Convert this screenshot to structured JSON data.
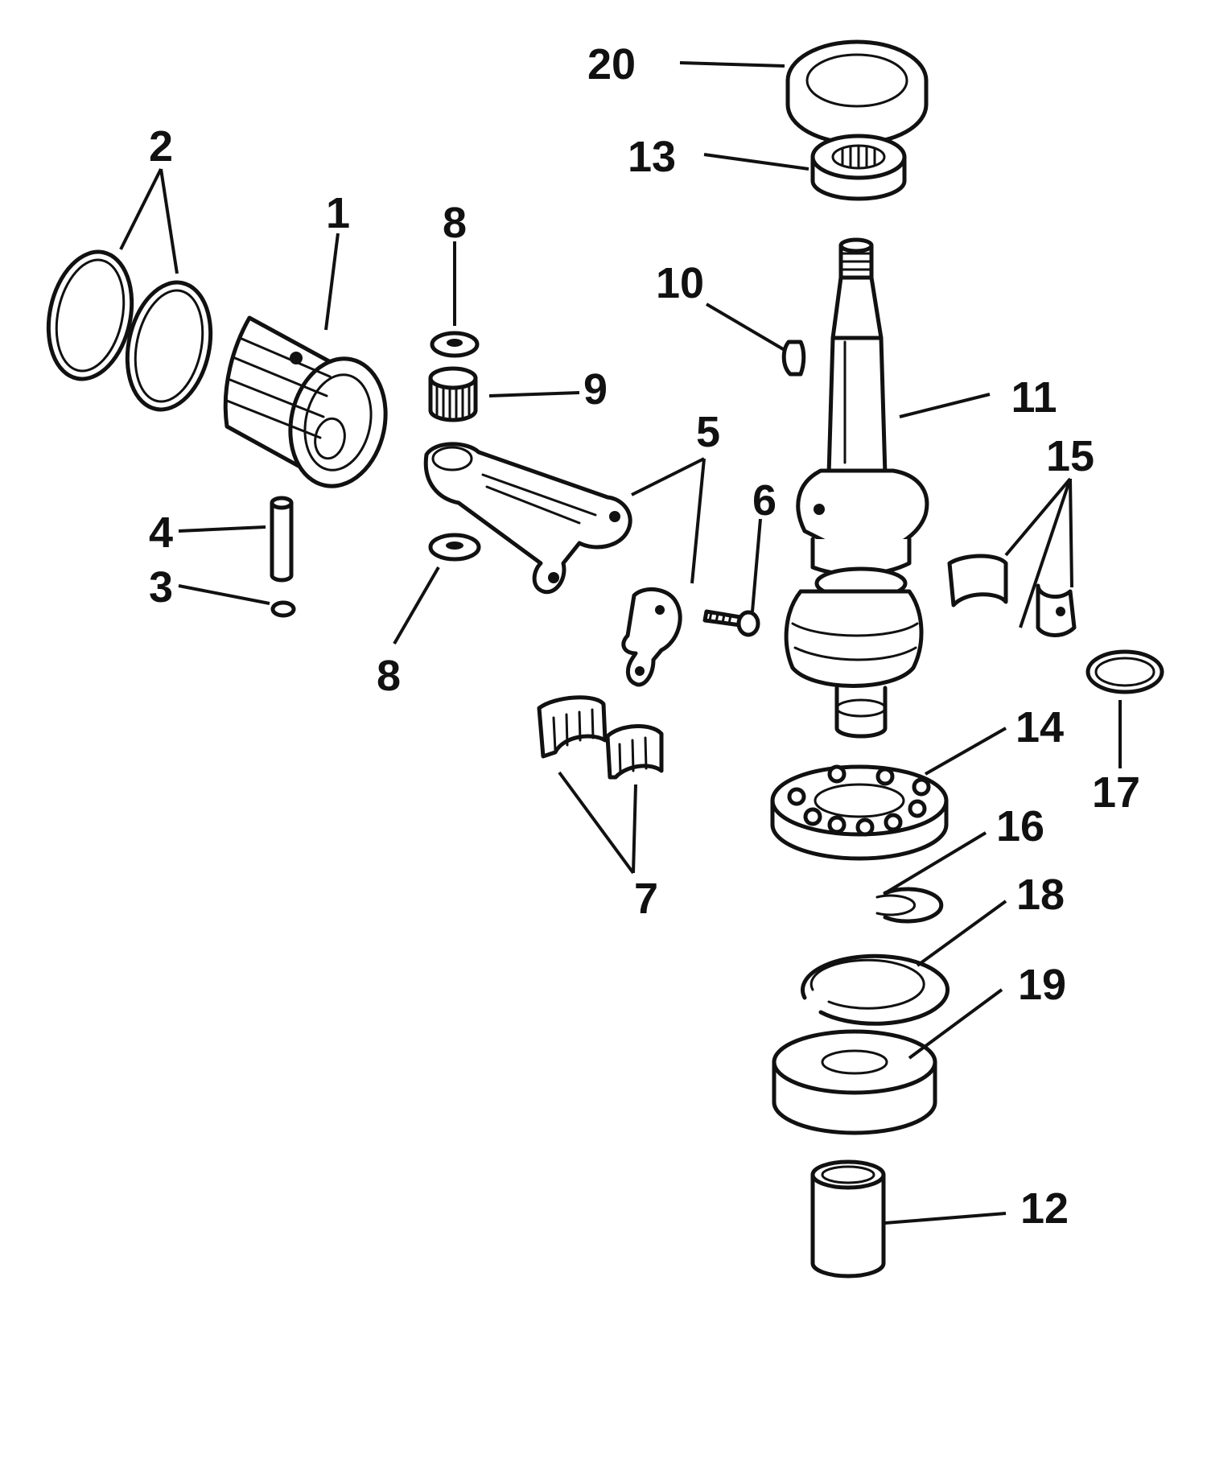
{
  "callouts": [
    {
      "id": "1",
      "text": "1"
    },
    {
      "id": "2",
      "text": "2"
    },
    {
      "id": "3",
      "text": "3"
    },
    {
      "id": "4",
      "text": "4"
    },
    {
      "id": "5",
      "text": "5"
    },
    {
      "id": "6",
      "text": "6"
    },
    {
      "id": "7",
      "text": "7"
    },
    {
      "id": "8a",
      "text": "8"
    },
    {
      "id": "8b",
      "text": "8"
    },
    {
      "id": "9",
      "text": "9"
    },
    {
      "id": "10",
      "text": "10"
    },
    {
      "id": "11",
      "text": "11"
    },
    {
      "id": "12",
      "text": "12"
    },
    {
      "id": "13",
      "text": "13"
    },
    {
      "id": "14",
      "text": "14"
    },
    {
      "id": "15",
      "text": "15"
    },
    {
      "id": "16",
      "text": "16"
    },
    {
      "id": "17",
      "text": "17"
    },
    {
      "id": "18",
      "text": "18"
    },
    {
      "id": "19",
      "text": "19"
    },
    {
      "id": "20",
      "text": "20"
    }
  ]
}
